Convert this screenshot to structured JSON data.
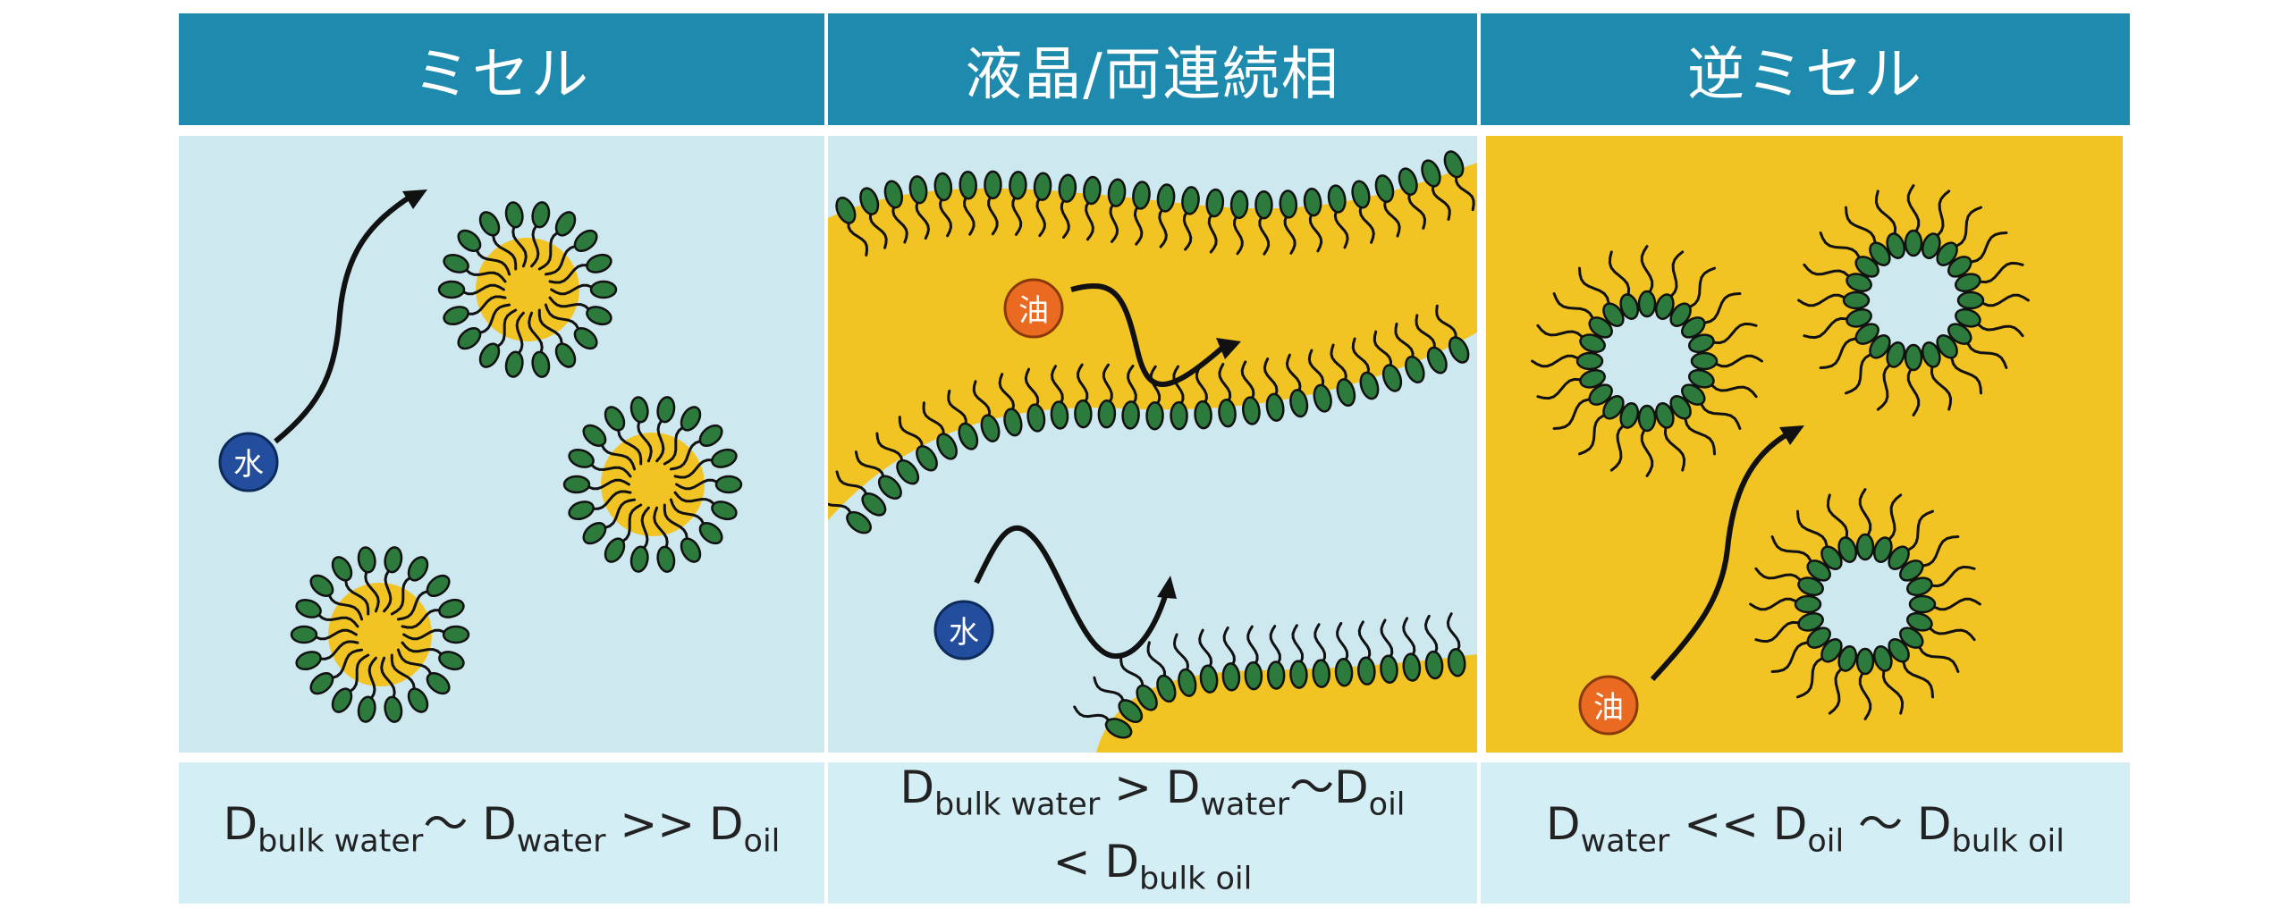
{
  "headers": [
    "ミセル",
    "液晶/両連続相",
    "逆ミセル"
  ],
  "molecule_labels": {
    "water": "水",
    "oil": "油"
  },
  "formulas": {
    "micelle": {
      "line1": [
        {
          "t": "D"
        },
        {
          "t": "bulk water",
          "sub": true
        },
        {
          "t": "〜 D"
        },
        {
          "t": "water",
          "sub": true
        },
        {
          "t": " >> D"
        },
        {
          "t": "oil",
          "sub": true
        }
      ]
    },
    "lc": {
      "line1": [
        {
          "t": "D"
        },
        {
          "t": "bulk water",
          "sub": true
        },
        {
          "t": " > D"
        },
        {
          "t": "water",
          "sub": true
        },
        {
          "t": "〜D"
        },
        {
          "t": "oil",
          "sub": true
        }
      ],
      "line2": [
        {
          "t": "< D"
        },
        {
          "t": "bulk oil",
          "sub": true
        }
      ]
    },
    "reverse": {
      "line1": [
        {
          "t": "D"
        },
        {
          "t": "water",
          "sub": true
        },
        {
          "t": " << D"
        },
        {
          "t": "oil",
          "sub": true
        },
        {
          "t": " 〜 D"
        },
        {
          "t": "bulk oil",
          "sub": true
        }
      ]
    }
  },
  "colors": {
    "header": "#1e8aad",
    "water_region": "#cde8ee",
    "oil_region": "#f2c423",
    "surfactant_head": "#2d7a3d",
    "formula_bg": "#d4eef6",
    "water_marker": "#234e9e",
    "oil_marker": "#ea6a22"
  }
}
